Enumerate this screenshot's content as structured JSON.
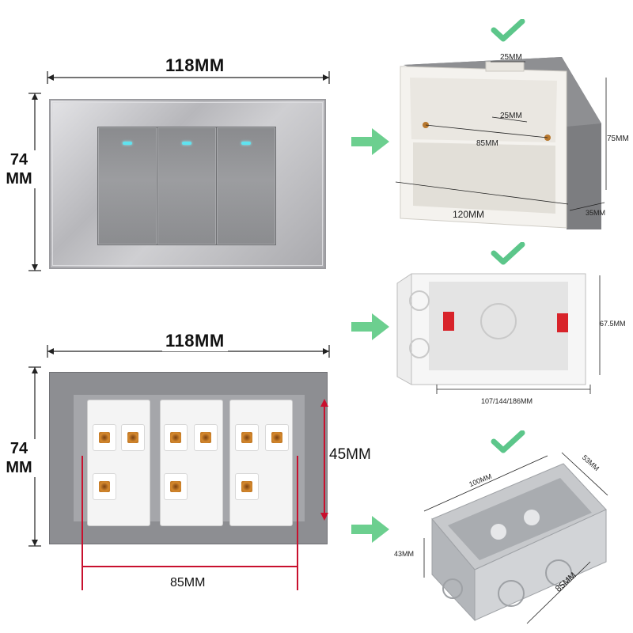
{
  "switch_plate": {
    "width_label": "118MM",
    "height_label_line1": "74",
    "height_label_line2": "MM"
  },
  "back_plate": {
    "width_label": "118MM",
    "height_label_line1": "74",
    "height_label_line2": "MM",
    "mount_height_label": "45MM",
    "mount_width_label": "85MM"
  },
  "box_1": {
    "top_slot_label": "25MM",
    "inner_slot_label": "25MM",
    "screw_spacing_label": "85MM",
    "height_label": "75MM",
    "width_label": "120MM",
    "depth_label": "35MM"
  },
  "box_2": {
    "height_label": "67.5MM",
    "width_label": "107/144/186MM"
  },
  "box_3": {
    "length_label": "100MM",
    "depth_label": "53MM",
    "height_label": "43MM",
    "screw_spacing_label": "85MM"
  },
  "colors": {
    "check": "#5cc68a",
    "arrow": "#6ccf8f",
    "led": "#5fe3f0",
    "measure_red": "#c8102e"
  }
}
